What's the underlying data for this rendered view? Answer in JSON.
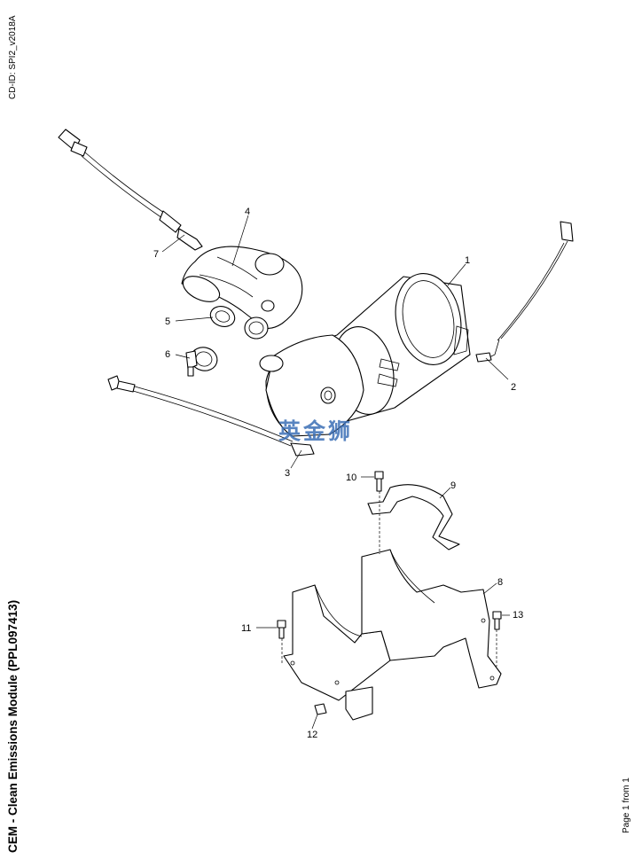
{
  "document": {
    "cd_id": "CD-ID: SPI2_v2018A",
    "title": "CEM - Clean Emissions Module (PPL097413)",
    "page_info": "Page 1 from 1",
    "watermark": "英金狮"
  },
  "callouts": [
    "1",
    "2",
    "3",
    "4",
    "5",
    "6",
    "7",
    "8",
    "9",
    "10",
    "11",
    "12",
    "13"
  ],
  "parts": [
    {
      "ref": "1",
      "name": "clean-emissions-module"
    },
    {
      "ref": "2",
      "name": "temperature-sensor"
    },
    {
      "ref": "3",
      "name": "sensor-harness"
    },
    {
      "ref": "4",
      "name": "elbow-pipe"
    },
    {
      "ref": "5",
      "name": "gasket"
    },
    {
      "ref": "6",
      "name": "clamp"
    },
    {
      "ref": "7",
      "name": "sensor"
    },
    {
      "ref": "8",
      "name": "mounting-bracket"
    },
    {
      "ref": "9",
      "name": "strap"
    },
    {
      "ref": "10",
      "name": "bolt"
    },
    {
      "ref": "11",
      "name": "bolt"
    },
    {
      "ref": "12",
      "name": "nut"
    },
    {
      "ref": "13",
      "name": "bolt"
    }
  ]
}
